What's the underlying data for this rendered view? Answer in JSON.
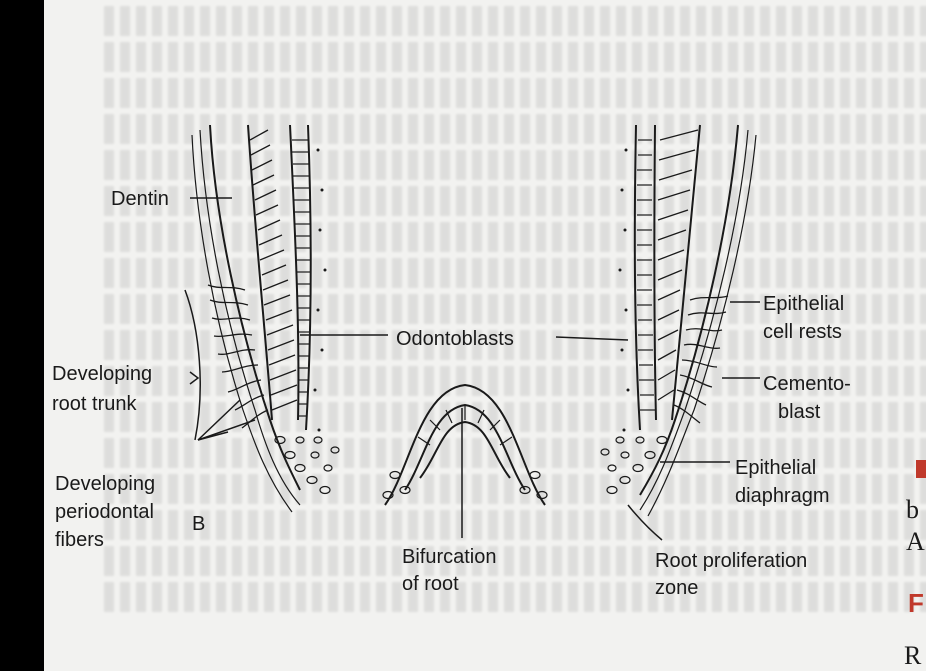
{
  "labels": {
    "dentin": "Dentin",
    "odontoblasts": "Odontoblasts",
    "developing_root_trunk_1": "Developing",
    "developing_root_trunk_2": "root trunk",
    "developing_periodontal_1": "Developing",
    "developing_periodontal_2": "periodontal",
    "developing_periodontal_3": "fibers",
    "panel_letter": "B",
    "bifurcation_1": "Bifurcation",
    "bifurcation_2": "of root",
    "epithelial_cell_rests_1": "Epithelial",
    "epithelial_cell_rests_2": "cell rests",
    "cementoblast_1": "Cemento-",
    "cementoblast_2": "blast",
    "epithelial_diaphragm_1": "Epithelial",
    "epithelial_diaphragm_2": "diaphragm",
    "root_proliferation_1": "Root proliferation",
    "root_proliferation_2": "zone"
  },
  "edge_text": {
    "right_1": "b",
    "right_2": "A",
    "right_3": "F",
    "right_4": "R"
  },
  "colors": {
    "ink": "#1a1a1a",
    "paper": "#f2f2f0",
    "border": "#000000",
    "accent_red": "#c0392b"
  }
}
